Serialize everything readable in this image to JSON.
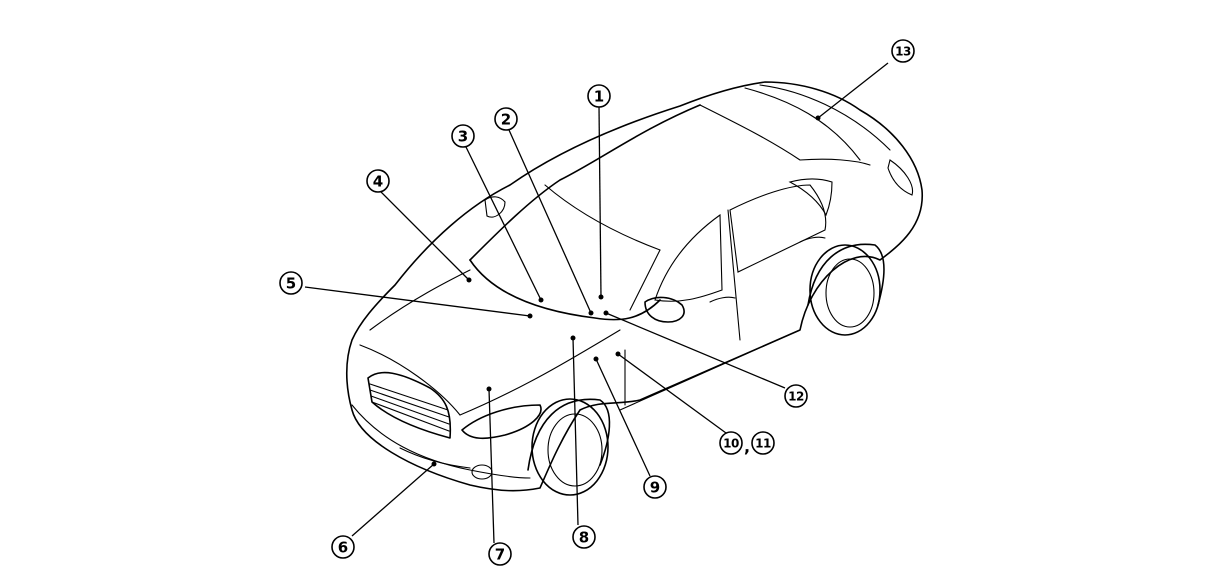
{
  "callouts": [
    {
      "id": 1,
      "label": "1"
    },
    {
      "id": 2,
      "label": "2"
    },
    {
      "id": 3,
      "label": "3"
    },
    {
      "id": 4,
      "label": "4"
    },
    {
      "id": 5,
      "label": "5"
    },
    {
      "id": 6,
      "label": "6"
    },
    {
      "id": 7,
      "label": "7"
    },
    {
      "id": 8,
      "label": "8"
    },
    {
      "id": 9,
      "label": "9"
    },
    {
      "id": 10,
      "label": "10"
    },
    {
      "id": 11,
      "label": "11"
    },
    {
      "id": 12,
      "label": "12"
    },
    {
      "id": 13,
      "label": "13"
    }
  ],
  "separator": ","
}
